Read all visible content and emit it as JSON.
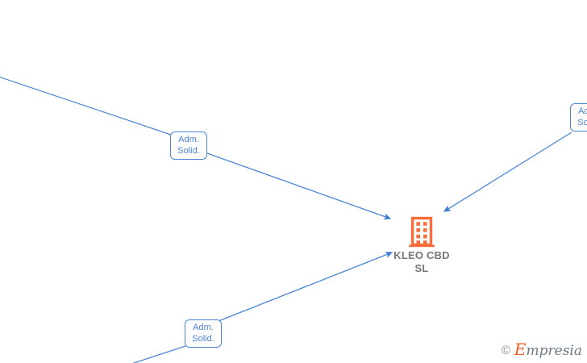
{
  "graph": {
    "background_color": "#ffffff",
    "edge_color": "#4a86d4",
    "node_color": "#f96d3a",
    "node_label_color": "#777777",
    "center_node": {
      "name": "KLEO CBD",
      "name_line2": "SL",
      "icon": "building-icon"
    },
    "relations": [
      {
        "id": "rel-top-left",
        "line1": "Adm.",
        "line2": "Solid.",
        "direction": "incoming"
      },
      {
        "id": "rel-top-right",
        "line1": "Adm.",
        "line2": "Solid.",
        "direction": "incoming"
      },
      {
        "id": "rel-bottom-left",
        "line1": "Adm.",
        "line2": "Solid.",
        "direction": "incoming"
      }
    ]
  },
  "watermark": {
    "copyright": "©",
    "brand_initial": "E",
    "brand_rest": "mpresia"
  }
}
